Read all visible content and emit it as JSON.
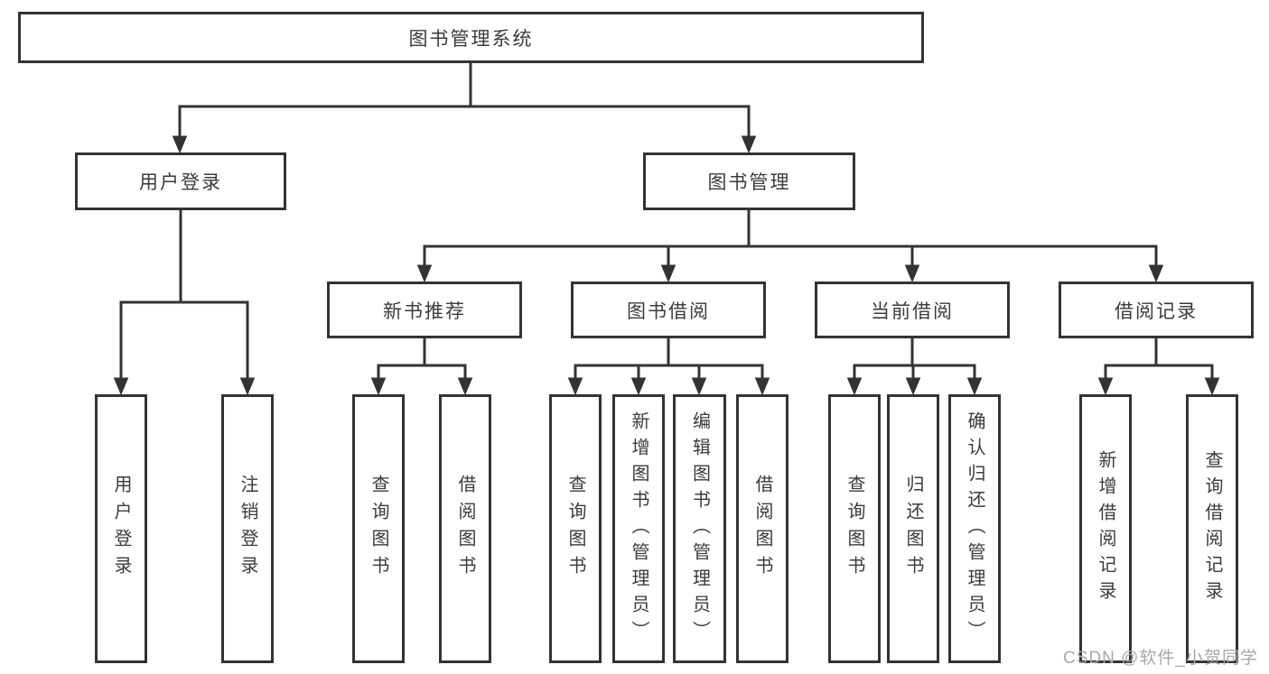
{
  "diagram": {
    "root": {
      "label": "图书管理系统"
    },
    "level2": [
      {
        "label": "用户登录"
      },
      {
        "label": "图书管理"
      }
    ],
    "level3": [
      {
        "label": "新书推荐"
      },
      {
        "label": "图书借阅"
      },
      {
        "label": "当前借阅"
      },
      {
        "label": "借阅记录"
      }
    ],
    "leaves": [
      {
        "label": "用户登录"
      },
      {
        "label": "注销登录"
      },
      {
        "label": "查询图书"
      },
      {
        "label": "借阅图书"
      },
      {
        "label": "查询图书"
      },
      {
        "label": "新增图书（管理员）"
      },
      {
        "label": "编辑图书（管理员）"
      },
      {
        "label": "借阅图书"
      },
      {
        "label": "查询图书"
      },
      {
        "label": "归还图书"
      },
      {
        "label": "确认归还（管理员）"
      },
      {
        "label": "新增借阅记录"
      },
      {
        "label": "查询借阅记录"
      }
    ],
    "watermark": "CSDN @软件_小贺同学",
    "colors": {
      "line": "#333333",
      "text": "#3b3b3b",
      "watermark": "#a8a8a8",
      "background": "#ffffff"
    }
  }
}
